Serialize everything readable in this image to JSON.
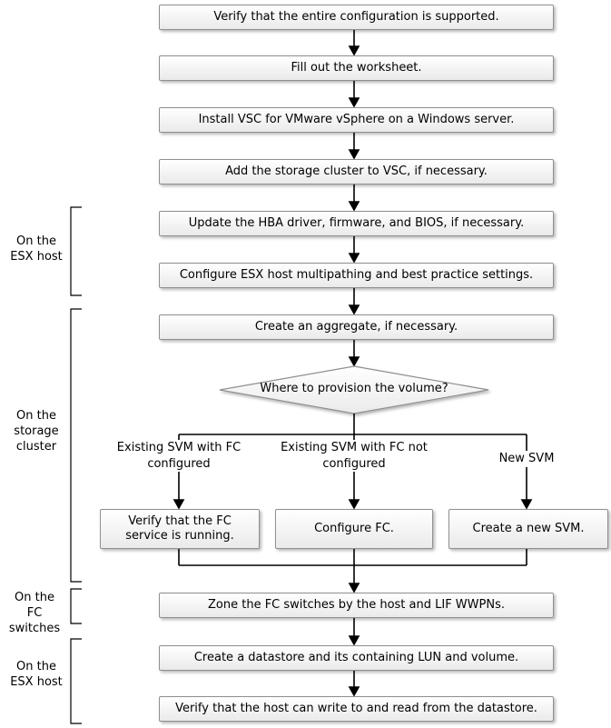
{
  "flowchart": {
    "top_steps": [
      "Verify that the entire configuration is supported.",
      "Fill out the worksheet.",
      "Install VSC for VMware vSphere on a Windows server.",
      "Add the storage cluster to VSC, if necessary.",
      "Update the HBA driver, firmware, and BIOS, if necessary.",
      "Configure ESX host multipathing and best practice settings.",
      "Create an aggregate, if necessary."
    ],
    "decision": "Where to provision the volume?",
    "branches": [
      {
        "condition": "Existing SVM with FC configured",
        "action": "Verify that the FC service is running."
      },
      {
        "condition": "Existing SVM with FC not configured",
        "action": "Configure FC."
      },
      {
        "condition": "New SVM",
        "action": "Create a new SVM."
      }
    ],
    "bottom_steps": [
      "Zone the FC switches by the host and LIF WWPNs.",
      "Create a datastore and its containing LUN and volume.",
      "Verify that the host can write to and read from the datastore."
    ]
  },
  "side_labels": [
    "On the ESX host",
    "On the storage cluster",
    "On the FC switches",
    "On the ESX host"
  ],
  "colors": {
    "box_border": "#8f8f8f",
    "box_fill_top": "#ffffff",
    "box_fill_bottom": "#eaeaea",
    "line": "#000000",
    "text": "#000000"
  }
}
